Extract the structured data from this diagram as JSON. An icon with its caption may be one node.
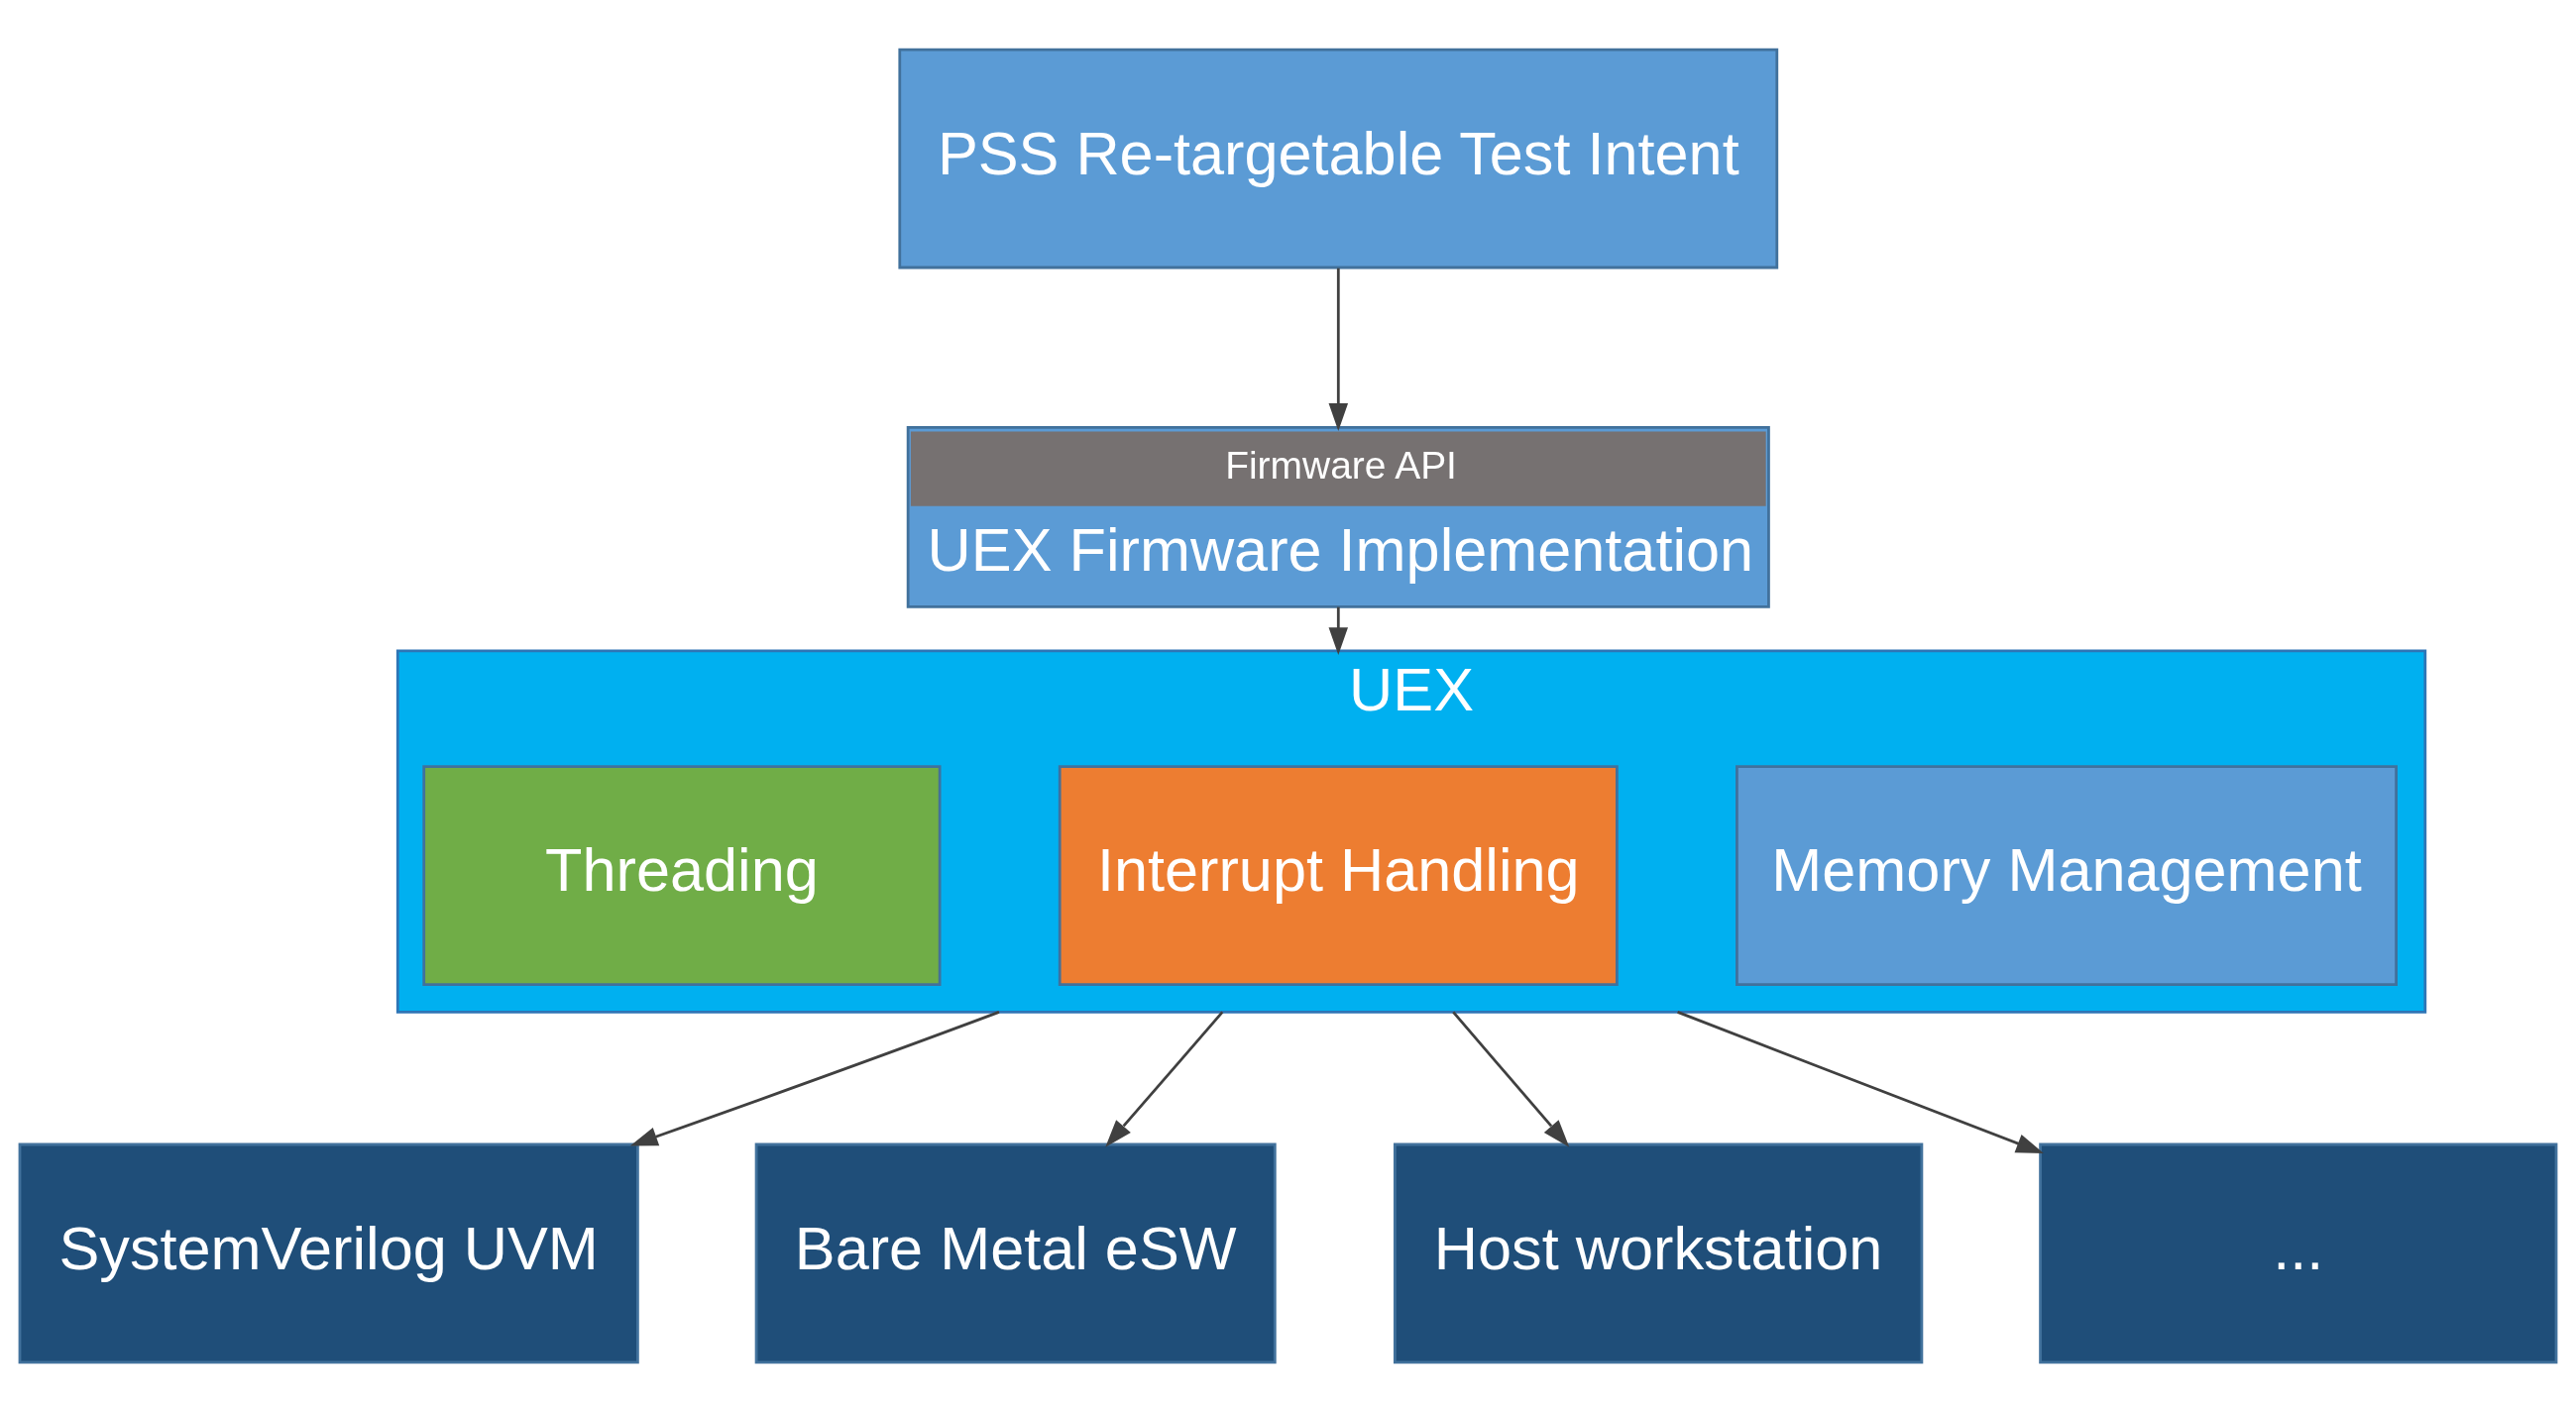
{
  "diagram": {
    "nodes": [
      {
        "text": [
          "PSS Re-targetable Test Intent"
        ]
      },
      {
        "text": [
          "Firmware API",
          "UEX Firmware Implementation"
        ]
      },
      {
        "text": [
          "UEX"
        ]
      },
      {
        "text": [
          "Memory Management"
        ],
        "in": 2
      },
      {
        "text": [
          "Interrupt Handling"
        ],
        "in": 2
      },
      {
        "text": [
          "Threading"
        ],
        "in": 2
      },
      {
        "text": [
          "SystemVerilog UVM"
        ]
      },
      {
        "text": [
          "Bare Metal eSW"
        ]
      },
      {
        "text": [
          "Host workstation"
        ]
      },
      {
        "text": [
          "..."
        ]
      }
    ],
    "edges": [
      {
        "from": 0,
        "to": 1,
        "arrow": "to"
      },
      {
        "from": 1,
        "to": 2,
        "arrow": "to"
      },
      {
        "from": 2,
        "to": 6,
        "arrow": "to"
      },
      {
        "from": 2,
        "to": 7,
        "arrow": "to"
      },
      {
        "from": 2,
        "to": 8,
        "arrow": "to"
      },
      {
        "from": 2,
        "to": 9,
        "arrow": "to"
      }
    ]
  }
}
